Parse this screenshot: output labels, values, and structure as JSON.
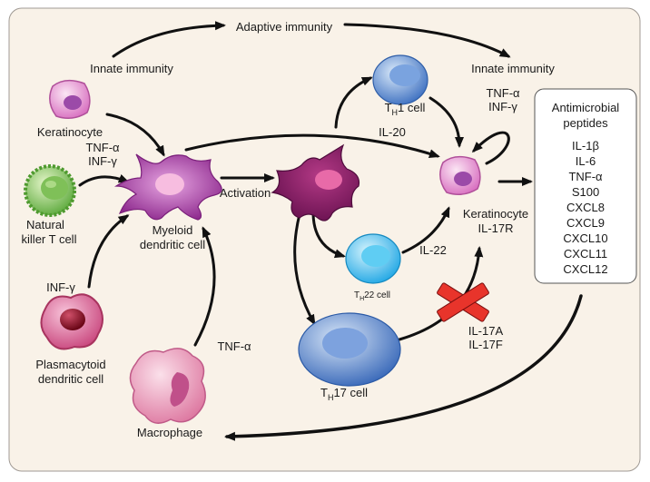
{
  "labels": {
    "adaptive_immunity": "Adaptive immunity",
    "innate_immunity_left": "Innate immunity",
    "innate_immunity_right": "Innate immunity",
    "activation": "Activation"
  },
  "cells": {
    "keratinocyte_left": "Keratinocyte",
    "nkt": [
      "Natural",
      "killer T cell"
    ],
    "myeloid_dc": [
      "Myeloid",
      "dendritic cell"
    ],
    "plasmacytoid_dc": [
      "Plasmacytoid",
      "dendritic cell"
    ],
    "macrophage": "Macrophage",
    "th1": {
      "t": "T",
      "sub": "H",
      "rest": "1 cell"
    },
    "th22": {
      "t": "T",
      "sub": "H",
      "rest": "22 cell"
    },
    "th17": {
      "t": "T",
      "sub": "H",
      "rest": "17 cell"
    },
    "keratinocyte_right": [
      "Keratinocyte",
      "IL-17R"
    ]
  },
  "cytokines": {
    "tnf_left": "TNF-α",
    "inf_left": "INF-γ",
    "inf_pdc": "INF-γ",
    "tnf_macrophage": "TNF-α",
    "il20": "IL-20",
    "il22": "IL-22",
    "il17a": "IL-17A",
    "il17f": "IL-17F",
    "tnf_right": "TNF-α",
    "inf_right": "INF-γ"
  },
  "antimicrobial": {
    "title": [
      "Antimicrobial",
      "peptides"
    ],
    "items": [
      "IL-1β",
      "IL-6",
      "TNF-α",
      "S100",
      "CXCL8",
      "CXCL9",
      "CXCL10",
      "CXCL11",
      "CXCL12"
    ]
  },
  "colors": {
    "panel": "#f9f2e8",
    "keratinocyte": "#d86fc0",
    "nkt": "#5aa83a",
    "myeloid_dc": "#8e2a8e",
    "activated_dc": "#6e1454",
    "th1": "#3c6fc0",
    "th22": "#1fa6e4",
    "th17": "#3767b8",
    "plasmacytoid_dc": "#c8457c",
    "macrophage": "#de7aa2",
    "block_x": "#e8342b"
  }
}
